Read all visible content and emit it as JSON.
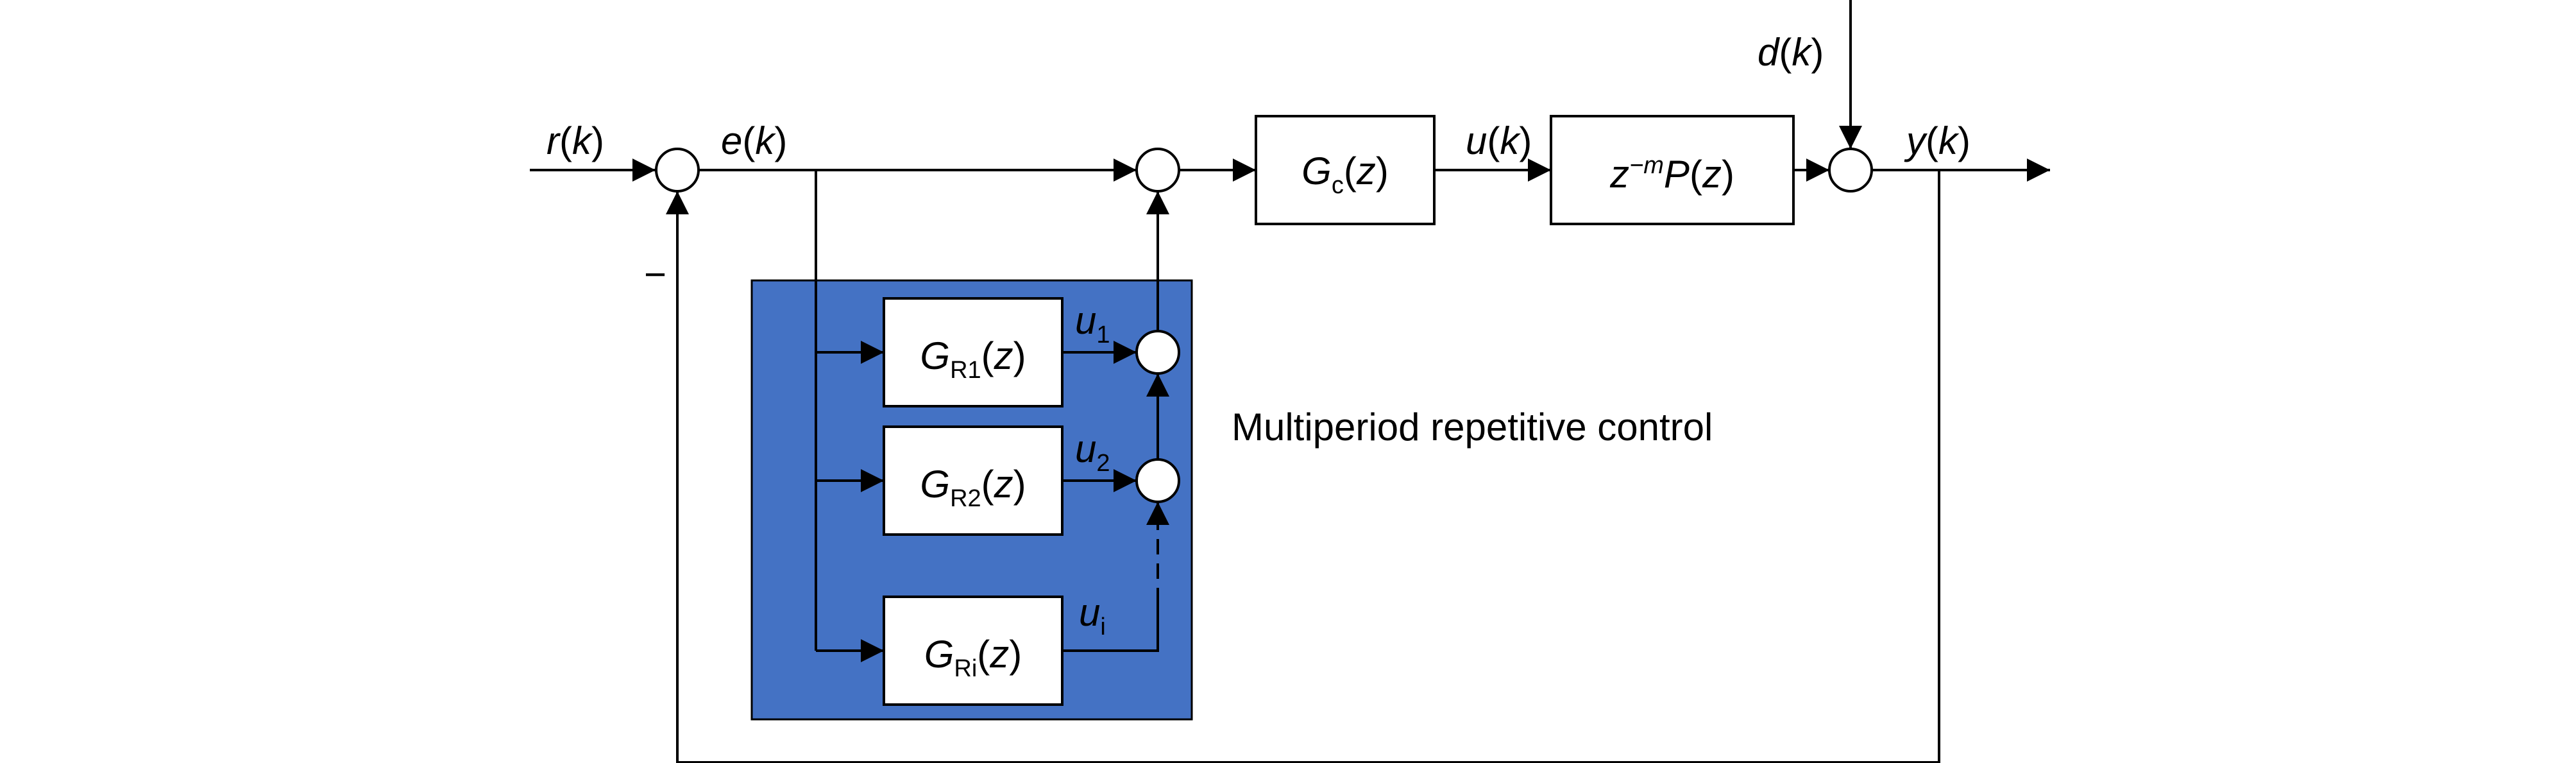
{
  "signals": {
    "r": {
      "name": "r",
      "arg": "k"
    },
    "e": {
      "name": "e",
      "arg": "k"
    },
    "u": {
      "name": "u",
      "arg": "k"
    },
    "y": {
      "name": "y",
      "arg": "k"
    },
    "d": {
      "name": "d",
      "arg": "k"
    },
    "feedback_sign": "−"
  },
  "blocks": {
    "gc": {
      "main": "G",
      "sub": "c",
      "arg": "z"
    },
    "plant": {
      "base": "z",
      "exp": "−m",
      "main": "P",
      "arg": "z"
    },
    "gr1": {
      "main": "G",
      "sub": "R1",
      "arg": "z"
    },
    "gr2": {
      "main": "G",
      "sub": "R2",
      "arg": "z"
    },
    "gri": {
      "main": "G",
      "sub_upright": "R",
      "sub_italic": "i",
      "arg": "z"
    }
  },
  "outputs": {
    "u1": {
      "main": "u",
      "sub": "1"
    },
    "u2": {
      "main": "u",
      "sub": "2"
    },
    "ui": {
      "main": "u",
      "sub": "i"
    }
  },
  "group_label": "Multiperiod repetitive control",
  "colors": {
    "group_fill": "#4472C4",
    "line": "#000000",
    "block_fill": "#ffffff"
  }
}
